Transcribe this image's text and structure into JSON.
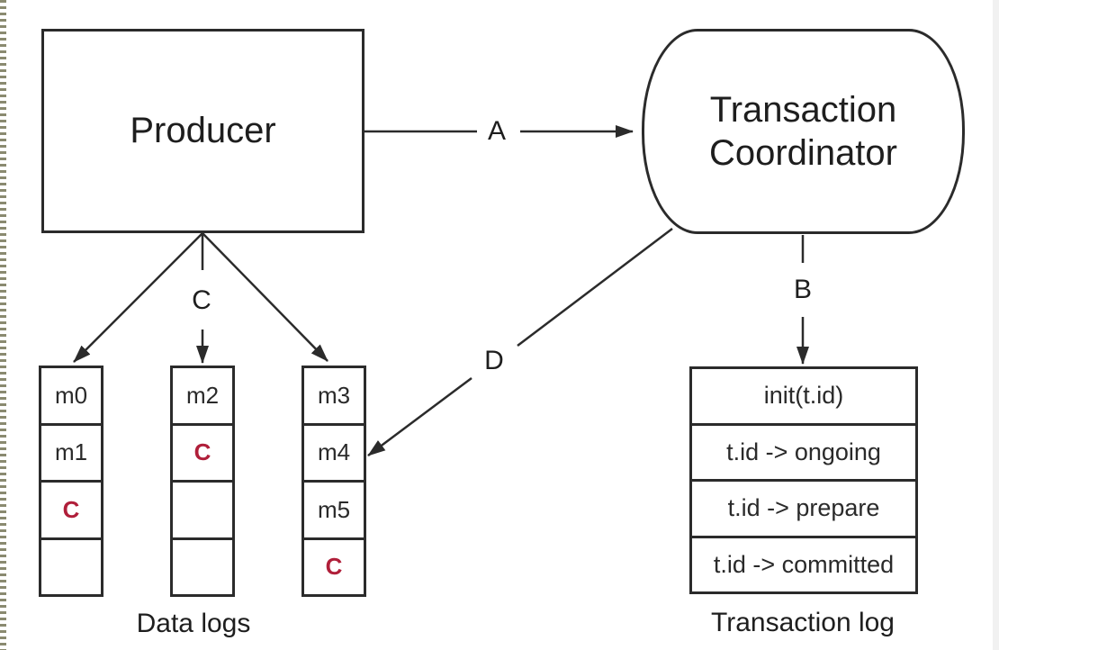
{
  "diagram": {
    "producer": {
      "label": "Producer"
    },
    "coordinator": {
      "label": "Transaction Coordinator"
    },
    "arrows": {
      "a": "A",
      "b": "B",
      "c": "C",
      "d": "D"
    },
    "data_logs": {
      "caption": "Data logs",
      "columns": [
        {
          "cells": [
            "m0",
            "m1",
            "C",
            ""
          ]
        },
        {
          "cells": [
            "m2",
            "C",
            "",
            ""
          ]
        },
        {
          "cells": [
            "m3",
            "m4",
            "m5",
            "C"
          ]
        }
      ]
    },
    "transaction_log": {
      "caption": "Transaction log",
      "rows": [
        "init(t.id)",
        "t.id -> ongoing",
        "t.id -> prepare",
        "t.id -> committed"
      ]
    },
    "colors": {
      "line": "#2b2b2b",
      "commit_red": "#b01f3a",
      "divider_gray": "#f1f1f1",
      "perforation_olive": "#8a8a70"
    }
  }
}
